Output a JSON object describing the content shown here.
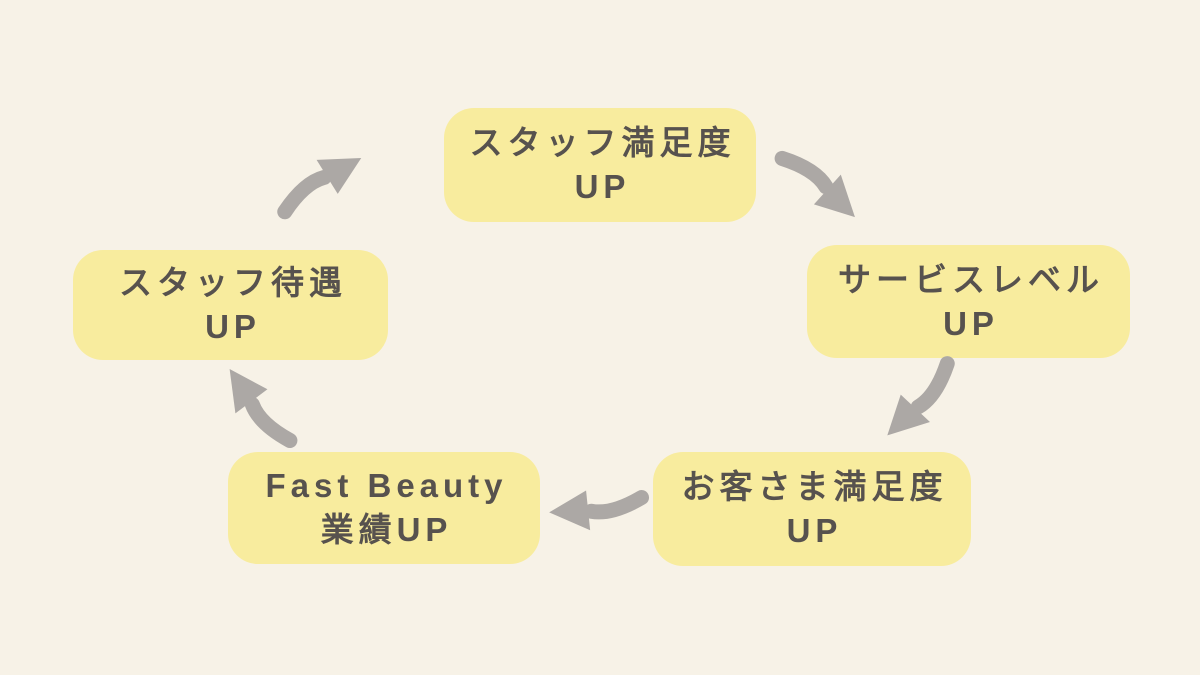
{
  "page": {
    "background_color": "#F7F2E7"
  },
  "diagram": {
    "type": "cycle",
    "node_fill_color": "#F8EC9E",
    "text_color": "#57524E",
    "arrow_color": "#ACA8A5",
    "nodes": [
      {
        "id": "staff-satisfaction",
        "line1": "スタッフ満足度",
        "line2": "UP"
      },
      {
        "id": "service-level",
        "line1": "サービスレベル",
        "line2": "UP"
      },
      {
        "id": "customer-satisfaction",
        "line1": "お客さま満足度",
        "line2": "UP"
      },
      {
        "id": "fast-beauty-results",
        "line1": "Fast Beauty",
        "line2": "業績UP"
      },
      {
        "id": "staff-treatment",
        "line1": "スタッフ待遇",
        "line2": "UP"
      }
    ],
    "arrows": [
      {
        "from": "staff-satisfaction",
        "to": "service-level"
      },
      {
        "from": "service-level",
        "to": "customer-satisfaction"
      },
      {
        "from": "customer-satisfaction",
        "to": "fast-beauty-results"
      },
      {
        "from": "fast-beauty-results",
        "to": "staff-treatment"
      },
      {
        "from": "staff-treatment",
        "to": "staff-satisfaction"
      }
    ]
  }
}
